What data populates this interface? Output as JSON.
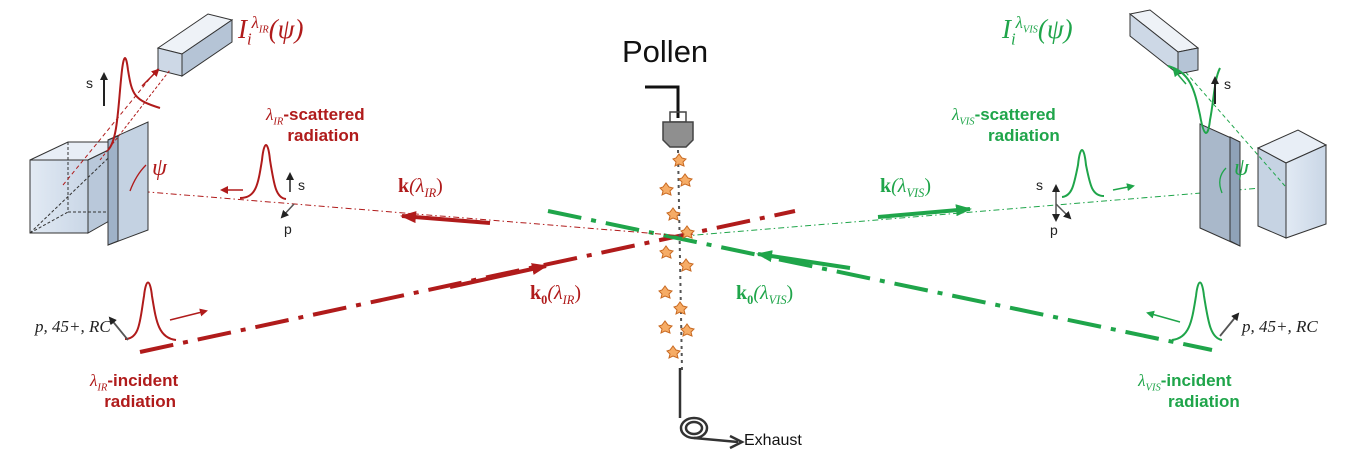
{
  "title": "Pollen",
  "exhaust": "Exhaust",
  "colors": {
    "ir": "#b01b1b",
    "vis": "#1fa54a",
    "ink": "#222222",
    "pollen": "#f4a460"
  },
  "icons": {
    "detector": "rectangular-prism-detector",
    "polarizer": "polarizer-cube",
    "nozzle": "pollen-nozzle",
    "coil": "exhaust-coil"
  },
  "ir": {
    "detector_base": "I",
    "detector_sub": "i",
    "detector_sup_base": "λ",
    "detector_sup_sub": "IR",
    "detector_arg": "(ψ)",
    "scattered_lambda": "λ",
    "scattered_lambda_sub": "IR",
    "scattered_line1": "-scattered",
    "scattered_line2": "radiation",
    "k_label": "k",
    "k_arg_open": "(λ",
    "k_arg_sub": "IR",
    "k_arg_close": ")",
    "k0_label": "k",
    "k0_sub": "0",
    "k0_arg_open": "(λ",
    "k0_arg_sub": "IR",
    "k0_arg_close": ")",
    "incident_lambda": "λ",
    "incident_lambda_sub": "IR",
    "incident_line1": "-incident",
    "incident_line2": "radiation",
    "angle": "ψ",
    "pol_label": "p, 45+, RC",
    "s_label": "s",
    "p_label": "p"
  },
  "vis": {
    "detector_base": "I",
    "detector_sub": "i",
    "detector_sup_base": "λ",
    "detector_sup_sub": "VIS",
    "detector_arg": "(ψ)",
    "scattered_lambda": "λ",
    "scattered_lambda_sub": "VIS",
    "scattered_line1": "-scattered",
    "scattered_line2": "radiation",
    "k_label": "k",
    "k_arg_open": "(λ",
    "k_arg_sub": "VIS",
    "k_arg_close": ")",
    "k0_label": "k",
    "k0_sub": "0",
    "k0_arg_open": "(λ",
    "k0_arg_sub": "VIS",
    "k0_arg_close": ")",
    "incident_lambda": "λ",
    "incident_lambda_sub": "VIS",
    "incident_line1": "-incident",
    "incident_line2": "radiation",
    "angle": "ψ",
    "pol_label": "p, 45+, RC",
    "s_label": "s",
    "p_label": "p"
  }
}
